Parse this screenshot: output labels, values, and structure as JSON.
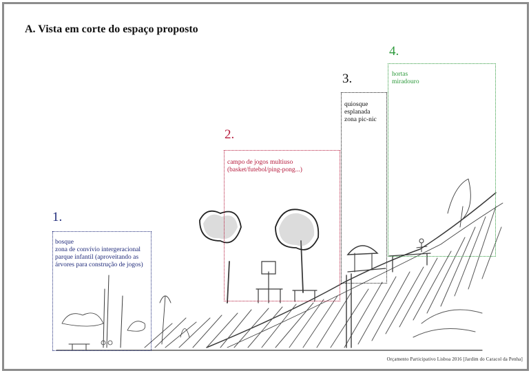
{
  "title": "A. Vista em corte do espaço proposto",
  "zones": [
    {
      "number": "1.",
      "color": "#1f2a7a",
      "lines": [
        "bosque",
        "zona de convívio intergeracional",
        "parque infantil (aproveitando as",
        "árvores para construção de jogos)"
      ]
    },
    {
      "number": "2.",
      "color": "#b5193b",
      "lines": [
        "campo de jogos multiuso",
        "(basket/futebol/ping-pong...)"
      ]
    },
    {
      "number": "3.",
      "color": "#111111",
      "lines": [
        "quiosque",
        "esplanada",
        "zona pic-nic"
      ]
    },
    {
      "number": "4.",
      "color": "#2e9a3c",
      "lines": [
        "hortas",
        "miradouro"
      ]
    }
  ],
  "caption": "Orçamento Participativo Lisboa 2016 [Jardim do Caracol da Penha]"
}
